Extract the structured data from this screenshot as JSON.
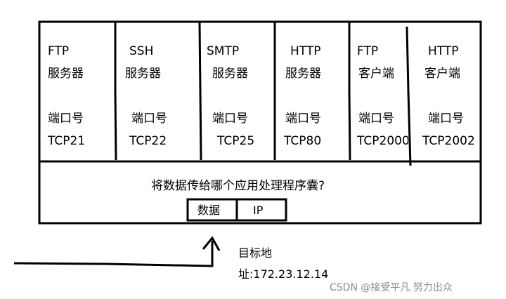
{
  "services": [
    {
      "name": "FTP",
      "role": "服务器",
      "port_label": "端口号",
      "port": "TCP21"
    },
    {
      "name": "SSH",
      "role": "服务器",
      "port_label": "端口号",
      "port": "TCP22"
    },
    {
      "name": "SMTP",
      "role": "服务器",
      "port_label": "端口号",
      "port": "TCP25"
    },
    {
      "name": "HTTP",
      "role": "服务器",
      "port_label": "端口号",
      "port": "TCP80"
    },
    {
      "name": "FTP",
      "role": "客户端",
      "port_label": "端口号",
      "port": "TCP2000"
    },
    {
      "name": "HTTP",
      "role": "客户端",
      "port_label": "端口号",
      "port": "TCP2002"
    }
  ],
  "question": "将数据传给哪个应用处理程序囊?",
  "packet": {
    "data_label": "数据",
    "ip_label": "IP"
  },
  "destination": {
    "line1": "目标地",
    "line2": "址:172.23.12.14"
  },
  "watermark": "CSDN @接受平凡 努力出众"
}
